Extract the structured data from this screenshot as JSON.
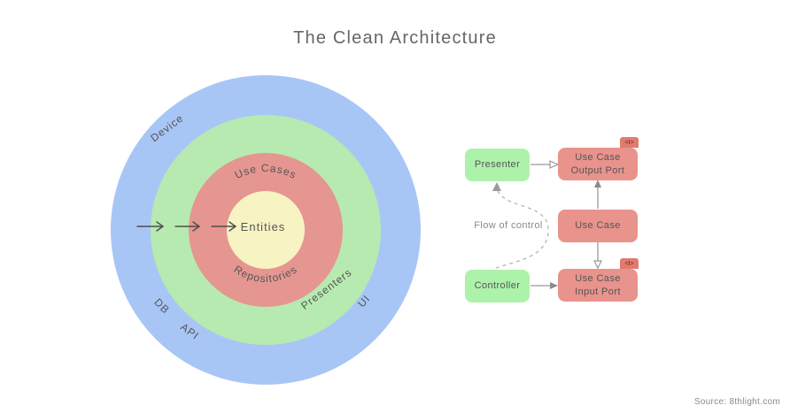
{
  "title": "The Clean Architecture",
  "source": "Source: 8thlight.com",
  "rings": {
    "outer_labels": {
      "device": "Device",
      "db": "DB",
      "api": "API",
      "ui": "UI"
    },
    "green_label": "Presenters",
    "red_top_label": "Use Cases",
    "red_bottom_label": "Repositories",
    "center_label": "Entities",
    "colors": {
      "outer_blue": "#a8c6f5",
      "middle_green": "#b7eab0",
      "inner_red": "#e69691",
      "core_yellow": "#f8f3c3"
    }
  },
  "flow": {
    "presenter_label": "Presenter",
    "controller_label": "Controller",
    "use_case_label": "Use Case",
    "output_port_line1": "Use Case",
    "output_port_line2": "Output Port",
    "input_port_line1": "Use Case",
    "input_port_line2": "Input Port",
    "interface_tag": "<I>",
    "flow_of_control_label": "Flow of control",
    "colors": {
      "green_box": "#adf2aa",
      "red_box": "#e8938c",
      "tab_red": "#e07b70"
    }
  }
}
